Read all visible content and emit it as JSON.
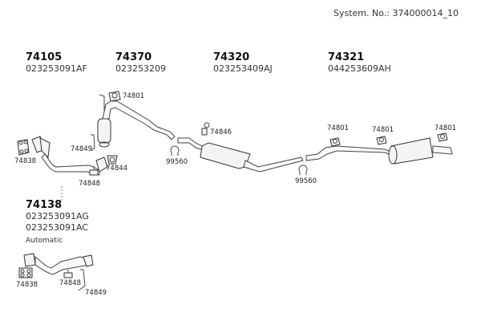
{
  "system_number_label": "System. No.: 374000014_10",
  "groups": [
    {
      "number": "74105",
      "codes": [
        "023253091AF"
      ]
    },
    {
      "number": "74370",
      "codes": [
        "023253209"
      ]
    },
    {
      "number": "74320",
      "codes": [
        "023253409AJ"
      ]
    },
    {
      "number": "74321",
      "codes": [
        "044253609AH"
      ]
    },
    {
      "number": "74138",
      "codes": [
        "023253091AG",
        "023253091AC"
      ],
      "note": "Automatic"
    }
  ],
  "part_labels": {
    "gasket_top": "74838",
    "clamp_front": "74849",
    "ring_front": "74844",
    "mount_front": "74848",
    "hanger_center": "74801",
    "clamp_1": "99560",
    "hanger_mid": "74846",
    "clamp_2": "99560",
    "hanger_rear_1": "74801",
    "hanger_rear_2": "74801",
    "hanger_rear_3": "74801",
    "gasket_bottom": "74838",
    "mount_bottom": "74848",
    "clamp_bottom": "74849"
  }
}
